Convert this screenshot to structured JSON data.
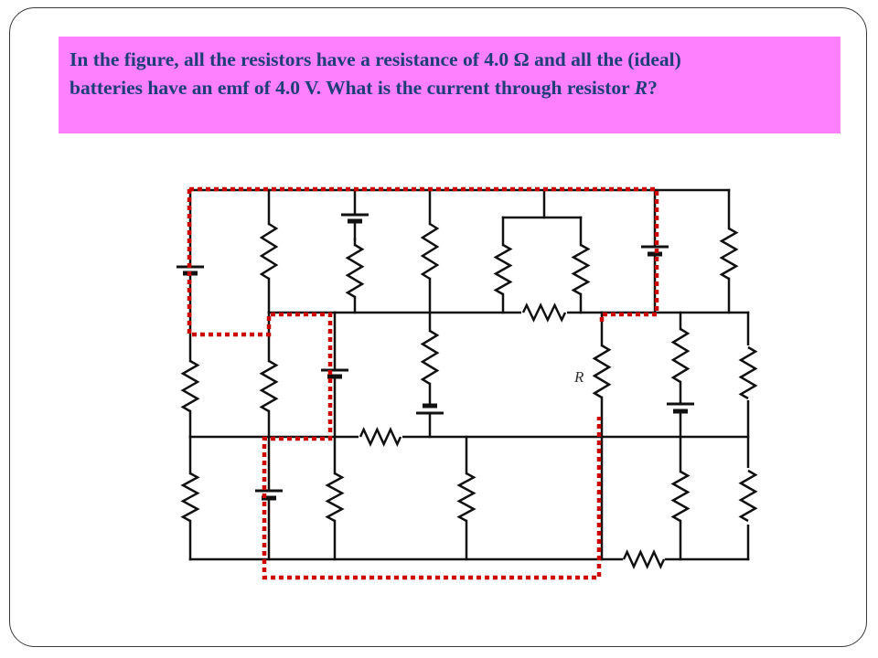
{
  "question": {
    "line1": "In the figure, all the resistors have a resistance of 4.0 Ω and all the (ideal)",
    "line2_prefix": "batteries have an emf of 4.0 V. What is the current through resistor ",
    "line2_var": "R",
    "line2_suffix": "?"
  },
  "circuit": {
    "resistor_label": "R"
  },
  "colors": {
    "question_bg": "#ff80ff",
    "question_text": "#1f3e78",
    "wire": "#111111",
    "loop_highlight": "#cc0000"
  }
}
